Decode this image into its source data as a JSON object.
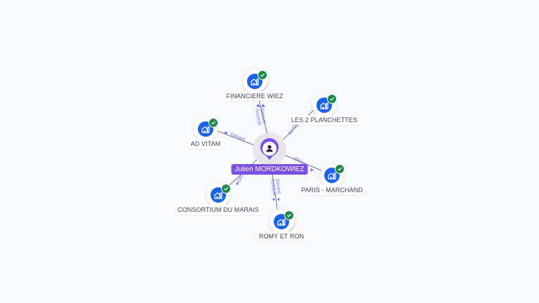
{
  "center": {
    "name": "Julien MORDKOWIEZ",
    "icon": "person-icon",
    "color": "#7b4fe6"
  },
  "companies": [
    {
      "name": "FINANCIERE WIEZ",
      "icon": "building-icon",
      "status": "verified-check-icon",
      "relations": [
        "Gérant",
        "Associé"
      ]
    },
    {
      "name": "LES 2 PLANCHETTES",
      "icon": "building-icon",
      "status": "verified-check-icon",
      "relations": [
        "Associé"
      ]
    },
    {
      "name": "AD VITAM",
      "icon": "building-icon",
      "status": "verified-check-icon",
      "relations": [
        "Gérant"
      ]
    },
    {
      "name": "PARIS - MARCHAND",
      "icon": "building-icon",
      "status": "verified-check-icon",
      "relations": [
        "Gérant"
      ]
    },
    {
      "name": "CONSORTIUM DU MARAIS",
      "icon": "building-icon",
      "status": "verified-check-icon",
      "relations": [
        "Gérant"
      ]
    },
    {
      "name": "ROMY ET RON",
      "icon": "building-icon",
      "status": "verified-check-icon",
      "relations": [
        "Gérant",
        "Associé"
      ]
    }
  ],
  "colors": {
    "company": "#1a62e8",
    "verified": "#1e8a4a",
    "edge_label": "#7c6cf0",
    "background": "#f9fafc"
  }
}
